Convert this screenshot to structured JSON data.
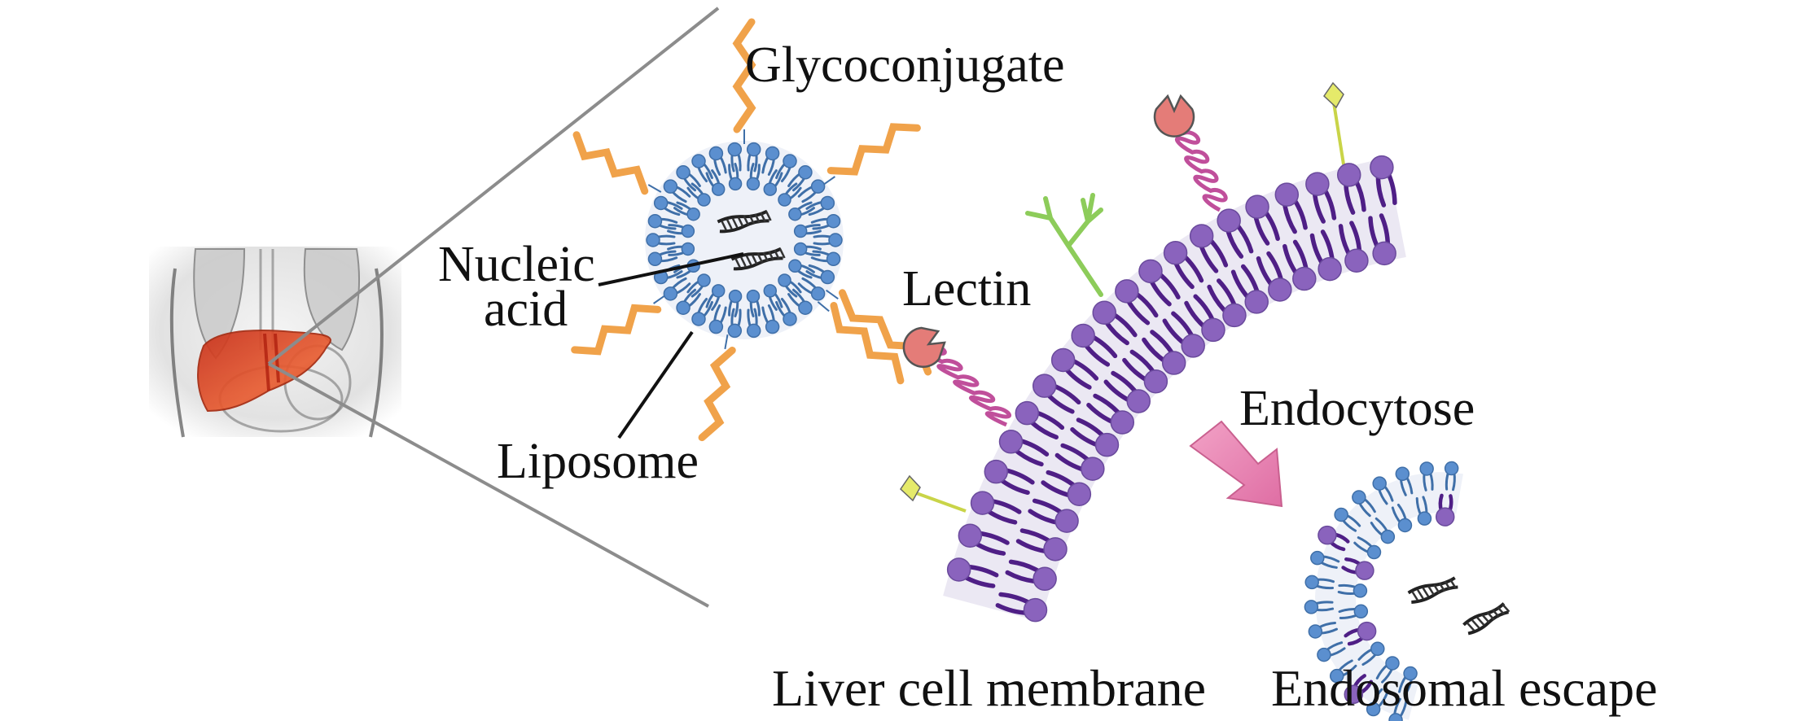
{
  "figure": {
    "description": "Liposome-mediated nucleic acid delivery to liver cells via glycoconjugate-lectin binding",
    "labels": {
      "glycoconjugate": "Glycoconjugate",
      "nucleic_acid_line1": "Nucleic",
      "nucleic_acid_line2": "acid",
      "lectin": "Lectin",
      "liposome": "Liposome",
      "endocytose": "Endocytose",
      "liver_cell_membrane": "Liver cell membrane",
      "endosomal_escape": "Endosomal escape"
    },
    "components": [
      {
        "id": "body-liver-inset",
        "name": "Human torso with highlighted liver"
      },
      {
        "id": "liposome",
        "name": "Liposome carrying nucleic acid",
        "glycoconjugate_ligands": 7,
        "nucleic_acid_strands": 2
      },
      {
        "id": "liver-cell-membrane",
        "name": "Liver cell membrane lipid bilayer",
        "lectin_receptors": 2,
        "surface_glycans": 3
      },
      {
        "id": "endosome",
        "name": "Endosome releasing nucleic acid",
        "released_strands": 2
      }
    ],
    "colors": {
      "liposome_lipid": "#5b8fcf",
      "liposome_outline": "#3f6fa8",
      "membrane_head": "#8a63bd",
      "membrane_tail": "#4f1f86",
      "membrane_band": "#ebe8f3",
      "glycoconjugate": "#f0a24a",
      "lectin_cup": "#e47c78",
      "lectin_helix": "#c04f9b",
      "green_glycan": "#8dcc5a",
      "yellow_glycan": "#e5ea6a",
      "arrow": "#e274a8",
      "liver": "#d9461f",
      "zoom_lines": "#8c8c8c"
    }
  }
}
